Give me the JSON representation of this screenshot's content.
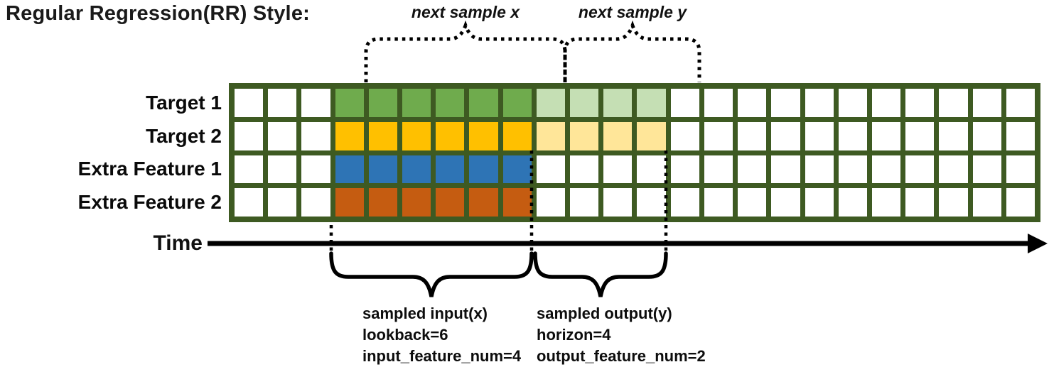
{
  "title": "Regular Regression(RR) Style:",
  "top_braces": {
    "next_sample_x_label": "next sample x",
    "next_sample_y_label": "next sample y"
  },
  "grid": {
    "num_columns": 24,
    "input_start_idx": 3,
    "input_num_cols": 6,
    "output_start_idx": 9,
    "output_num_cols": 4,
    "rows": [
      {
        "label": "Target 1",
        "input_color": "#6FAB4D",
        "output_color": "#C5DFB4"
      },
      {
        "label": "Target 2",
        "input_color": "#FFC000",
        "output_color": "#FFE699"
      },
      {
        "label": "Extra Feature 1",
        "input_color": "#2E74B5",
        "output_color": null
      },
      {
        "label": "Extra Feature 2",
        "input_color": "#C55C11",
        "output_color": null
      }
    ]
  },
  "time_axis": {
    "label": "Time"
  },
  "bottom_annotations": {
    "input": {
      "lines": [
        "sampled input(x)",
        "lookback=6",
        "input_feature_num=4"
      ]
    },
    "output": {
      "lines": [
        "sampled output(y)",
        "horizon=4",
        "output_feature_num=2"
      ]
    }
  },
  "params": {
    "lookback": 6,
    "horizon": 4,
    "input_feature_num": 4,
    "output_feature_num": 2
  },
  "colors": {
    "grid_line": "#3E5A22",
    "cell_empty": "#FFFFFF",
    "annotation": "#000000",
    "target1_input": "#6FAB4D",
    "target1_output": "#C5DFB4",
    "target2_input": "#FFC000",
    "target2_output": "#FFE699",
    "extra_feature1_input": "#2E74B5",
    "extra_feature2_input": "#C55C11"
  }
}
